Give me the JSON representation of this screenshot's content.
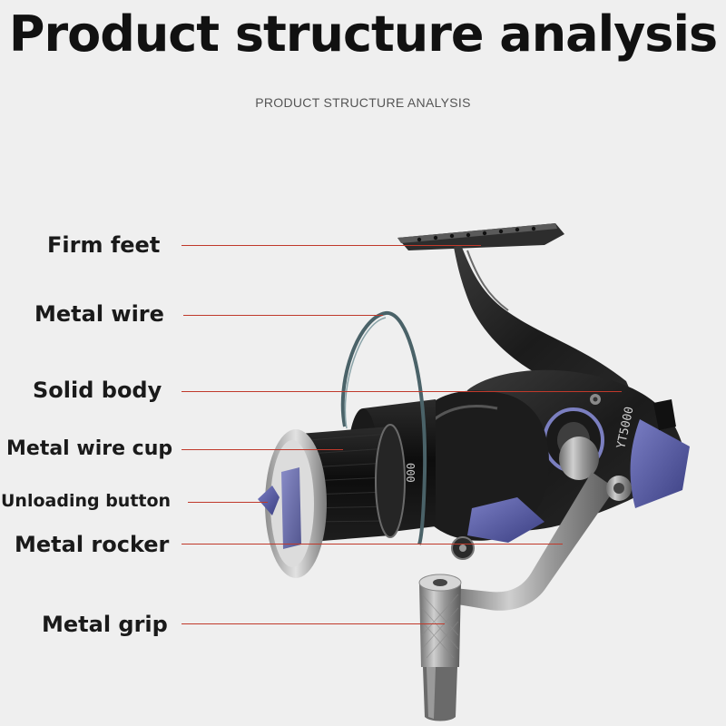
{
  "header": {
    "title": "Product structure analysis",
    "subtitle": "PRODUCT STRUCTURE ANALYSIS"
  },
  "labels": {
    "firm_feet": "Firm feet",
    "metal_wire": "Metal wire",
    "solid_body": "Solid body",
    "metal_wire_cup": "Metal wire cup",
    "unloading_button": "Unloading button",
    "metal_rocker": "Metal rocker",
    "metal_grip": "Metal grip"
  },
  "product": {
    "model_text": "YT5000"
  },
  "colors": {
    "background": "#efefef",
    "leader_line": "#c0392b",
    "accent_purple": "#5b5fa8"
  }
}
